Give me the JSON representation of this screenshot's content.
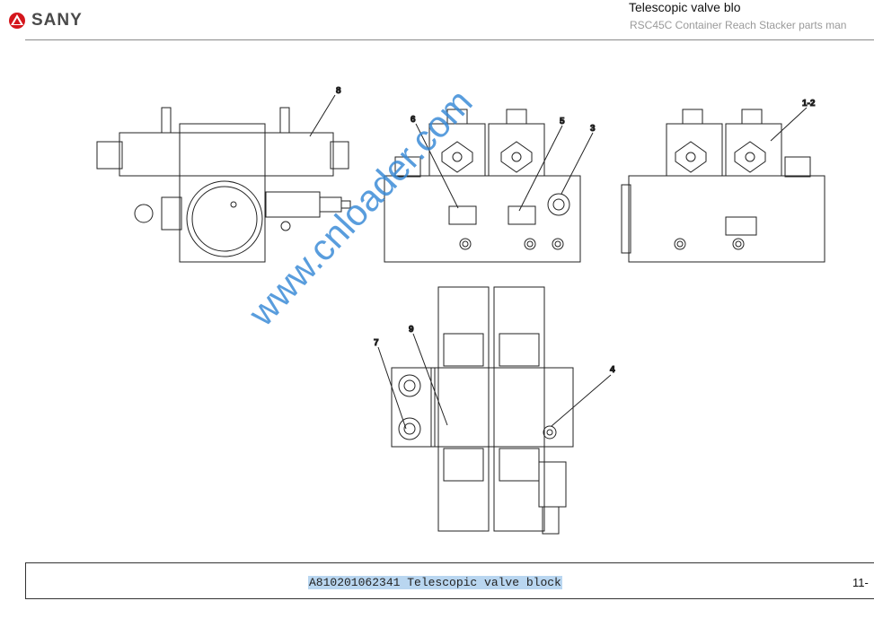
{
  "header": {
    "brand": "SANY",
    "title": "Telescopic valve blo",
    "subtitle": "RSC45C Container Reach Stacker  parts man"
  },
  "drawing": {
    "callouts": [
      "8",
      "6",
      "5",
      "3",
      "1-2",
      "7",
      "9",
      "4"
    ],
    "watermark": "www.cnloader.com"
  },
  "footer": {
    "caption": "A810201062341 Telescopic valve block",
    "page": "11-"
  },
  "colors": {
    "brand_red": "#d4161c",
    "watermark": "#3488d6",
    "highlight": "#b9d6f0"
  }
}
